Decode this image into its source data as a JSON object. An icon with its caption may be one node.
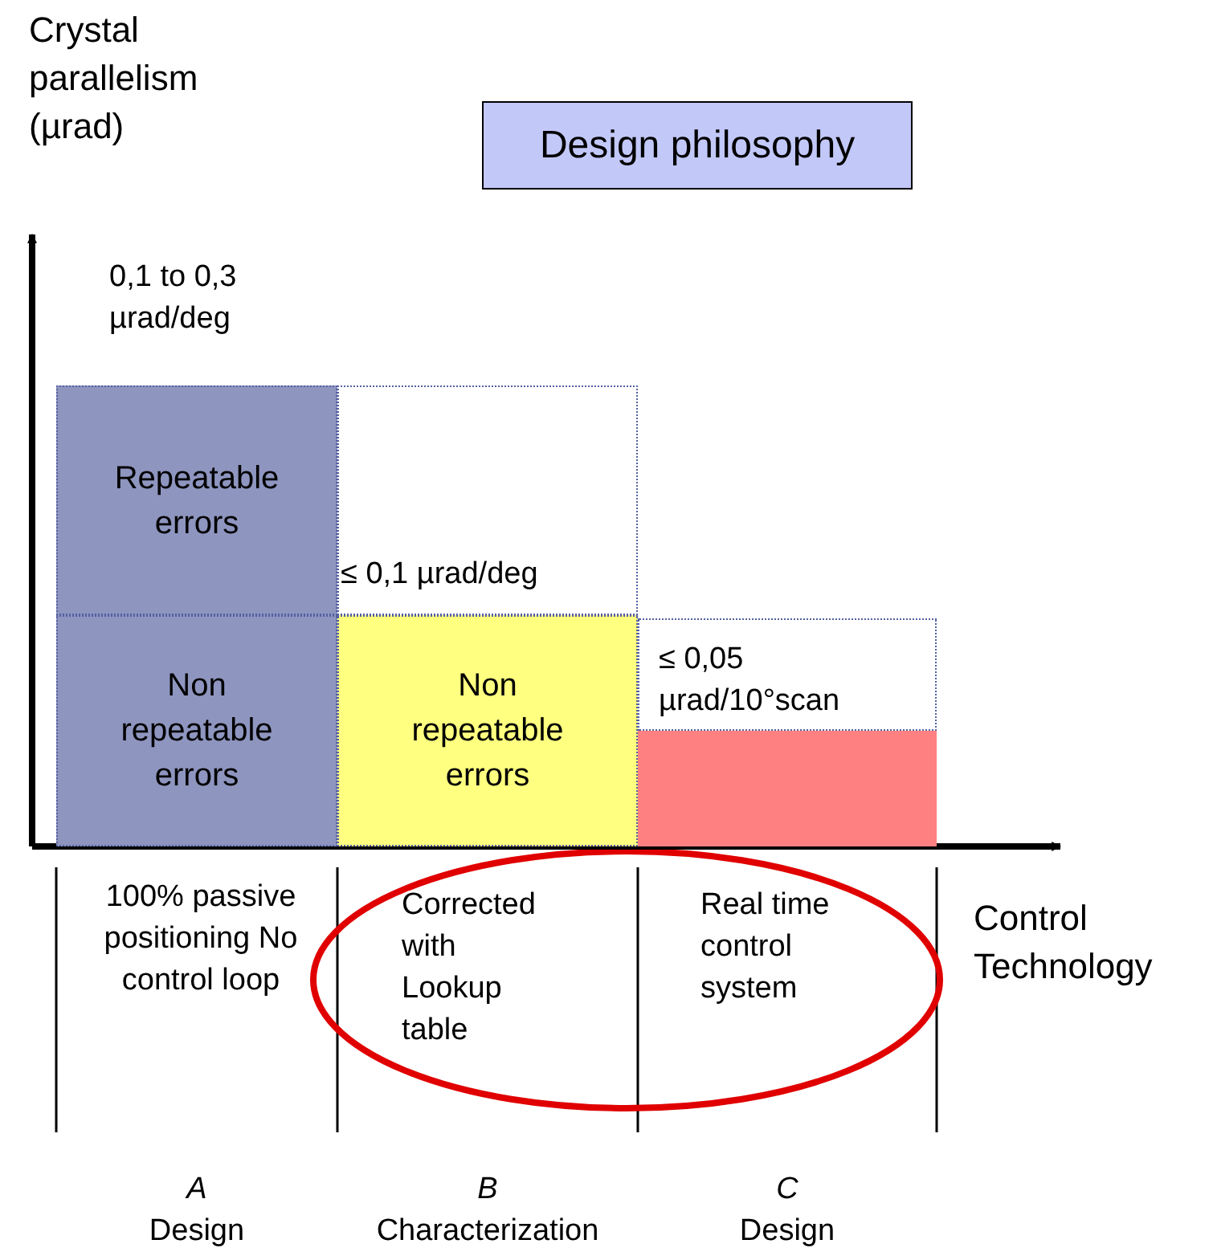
{
  "diagram": {
    "nodes": [
      {
        "text": [
          "Design philosophy"
        ]
      },
      {
        "text": [
          "Repeatable errors"
        ]
      },
      {
        "text": [
          "Non repeatable errors"
        ]
      },
      {
        "text": [],
        "shape": "box"
      },
      {
        "text": [
          "Non repeatable errors"
        ]
      },
      {
        "text": [],
        "shape": "box"
      },
      {
        "text": [],
        "shape": "bar"
      }
    ],
    "edges": [],
    "labels": [
      "Crystal parallelism (µrad)",
      "0,1 to 0,3 µrad/deg",
      "≤ 0,1 µrad/deg",
      "≤ 0,05 µrad/10°scan",
      "Control Technology",
      "100% passive positioning No control loop",
      "Corrected with Lookup table",
      "Real time control system",
      "A",
      "Design",
      "B",
      "Characterization",
      "C",
      "Design"
    ]
  }
}
